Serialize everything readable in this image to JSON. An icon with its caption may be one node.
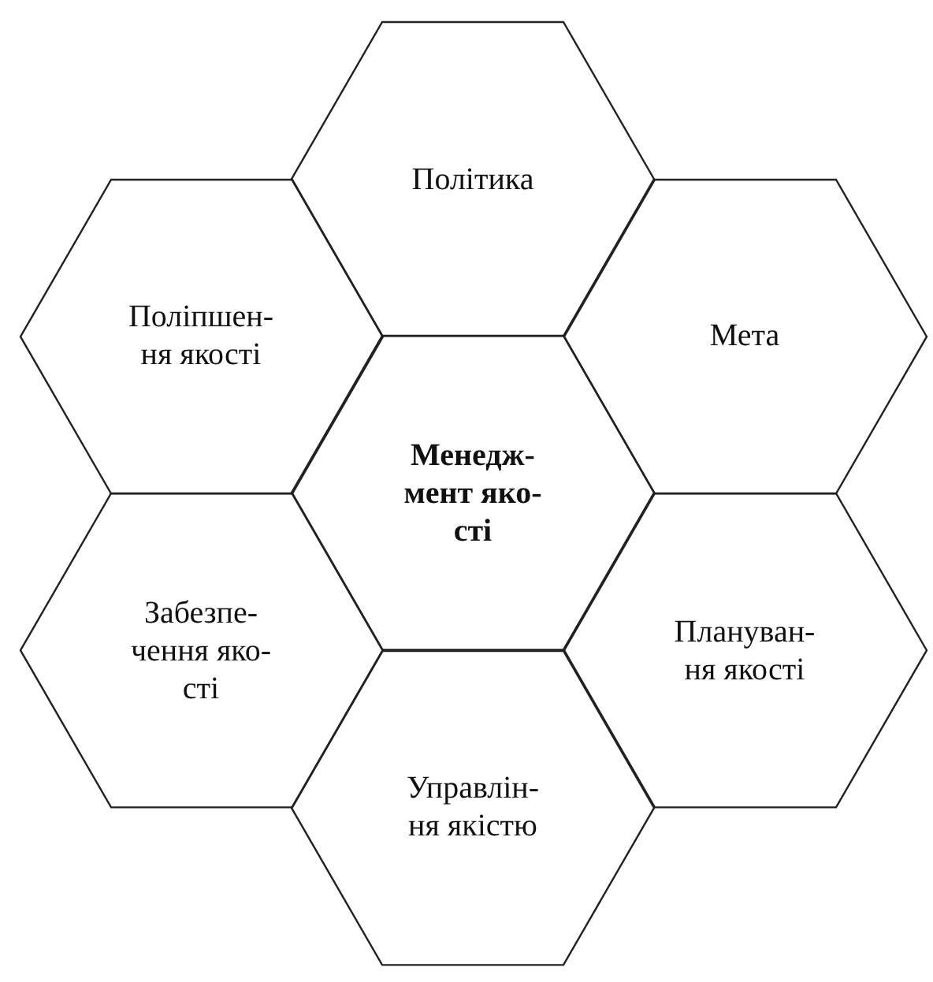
{
  "diagram": {
    "nodes": [
      {
        "text": [
          "Політика"
        ]
      },
      {
        "text": [
          "Поліпшен- ня якості"
        ]
      },
      {
        "text": [
          "Мета"
        ]
      },
      {
        "text": [
          "Менедж- мент яко- сті"
        ]
      },
      {
        "text": [
          "Забезпе- чення яко- сті"
        ]
      },
      {
        "text": [
          "Плануван- ня якості"
        ]
      },
      {
        "text": [
          "Управлін- ня якістю"
        ]
      }
    ]
  }
}
